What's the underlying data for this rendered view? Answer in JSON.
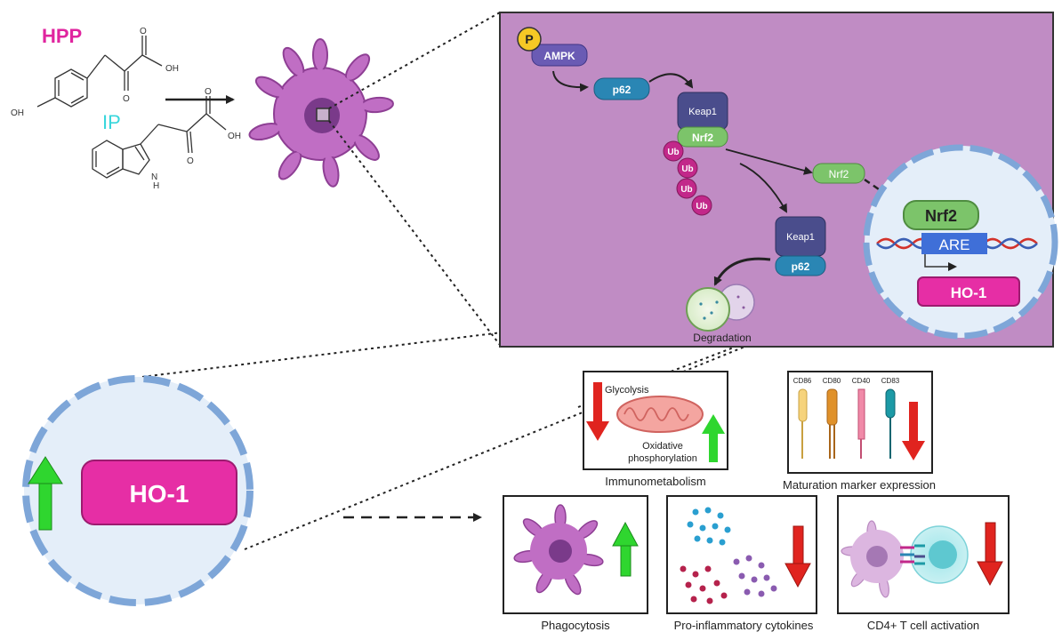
{
  "compounds": {
    "hpp_label": "HPP",
    "ip_label": "IP",
    "hpp_color": "#e0259f",
    "ip_color": "#38d6dc",
    "atom_oh_1": "OH",
    "atom_oh_2": "OH",
    "atom_oh_3": "OH",
    "atom_o_1": "O",
    "atom_o_2": "O",
    "atom_o_3": "O",
    "atom_o_4": "O",
    "atom_n": "N",
    "atom_h": "H"
  },
  "pathway": {
    "phospho": "P",
    "ampk": "AMPK",
    "p62_a": "p62",
    "keap1_a": "Keap1",
    "nrf2_a": "Nrf2",
    "ub": [
      "Ub",
      "Ub",
      "Ub",
      "Ub"
    ],
    "nrf2_free": "Nrf2",
    "keap1_b": "Keap1",
    "p62_b": "p62",
    "degradation": "Degradation",
    "background_color": "#c08cc4"
  },
  "nucleus": {
    "nrf2": "Nrf2",
    "are": "ARE",
    "ho1": "HO-1"
  },
  "big_nucleus": {
    "ho1": "HO-1"
  },
  "panels": {
    "immunometabolism": {
      "caption": "Immunometabolism",
      "glycolysis": "Glycolysis",
      "oxphos_line1": "Oxidative",
      "oxphos_line2": "phosphorylation"
    },
    "maturation": {
      "caption": "Maturation marker expression",
      "markers": [
        "CD86",
        "CD80",
        "CD40",
        "CD83"
      ]
    },
    "phagocytosis": {
      "caption": "Phagocytosis"
    },
    "cytokines": {
      "caption": "Pro-inflammatory cytokines"
    },
    "tcell": {
      "caption": "CD4+ T cell activation"
    }
  },
  "colors": {
    "up_arrow": "#2fd62f",
    "down_arrow": "#e0241f",
    "ho1_fill": "#e62ea5",
    "nrf2_fill": "#7cc46a",
    "p62_fill": "#2a86b4",
    "keap1_fill": "#4a4d8c",
    "ub_fill": "#c2288a",
    "dc_cell": "#c06ec4"
  }
}
